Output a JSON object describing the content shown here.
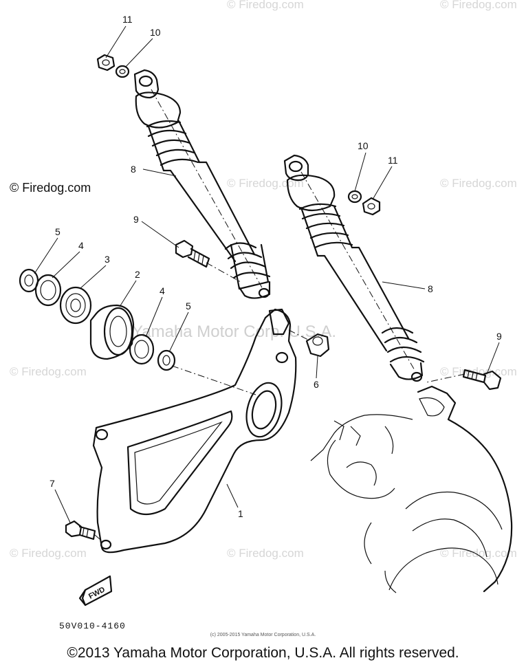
{
  "diagram": {
    "part_code": "50V010-4160",
    "fwd_label": "FWD",
    "small_copyright": "(c) 2005-2015 Yamaha Motor Corporation, U.S.A.",
    "footer": "©2013 Yamaha Motor Corporation, U.S.A. All rights reserved.",
    "center_watermark": "Yamaha Motor Corp. U.S.A.",
    "watermark": "© Firedog.com",
    "callouts": [
      "11",
      "10",
      "8",
      "10",
      "11",
      "9",
      "5",
      "4",
      "3",
      "2",
      "4",
      "5",
      "8",
      "6",
      "9",
      "7",
      "1"
    ]
  }
}
